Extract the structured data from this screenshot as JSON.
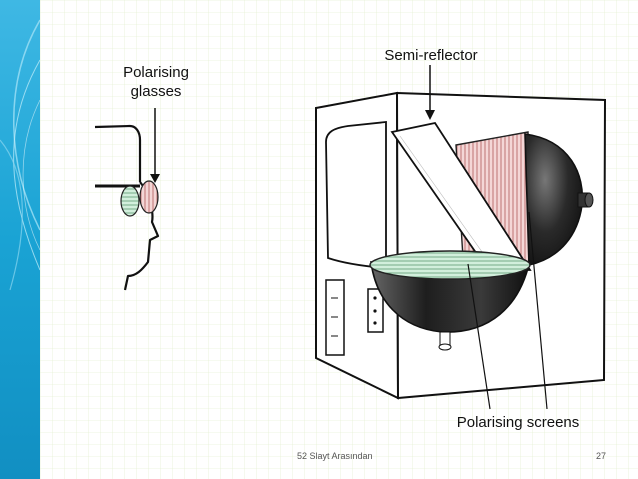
{
  "diagram": {
    "labels": {
      "glasses_line1": "Polarising",
      "glasses_line2": "glasses",
      "semi_reflector": "Semi-reflector",
      "screens": "Polarising screens"
    }
  },
  "footer": {
    "text": "52 Slayt Arasından",
    "page": "27"
  },
  "colors": {
    "sidebar": "#1aa3d4",
    "grid": "#ddebc6",
    "screen_green": "#bfe8cf",
    "screen_red": "#f2c4c4"
  }
}
